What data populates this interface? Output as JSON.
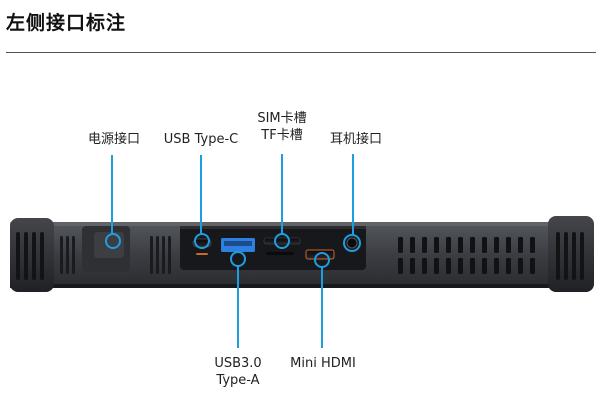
{
  "page": {
    "title": "左侧接口标注"
  },
  "callouts": {
    "power": {
      "label": "电源接口"
    },
    "usb_c": {
      "label": "USB Type-C"
    },
    "sim_tf": {
      "line1": "SIM卡槽",
      "line2": "TF卡槽"
    },
    "headphone": {
      "label": "耳机接口"
    },
    "usb3": {
      "line1": "USB3.0",
      "line2": "Type-A"
    },
    "hdmi": {
      "label": "Mini HDMI"
    }
  },
  "colors": {
    "callout": "#1e9ee0",
    "device_body": "#3a3c40",
    "device_dark": "#1e1f22",
    "port_panel": "#15161a",
    "usb_blue": "#2f7fe0",
    "accent_orange": "#c8692a"
  }
}
